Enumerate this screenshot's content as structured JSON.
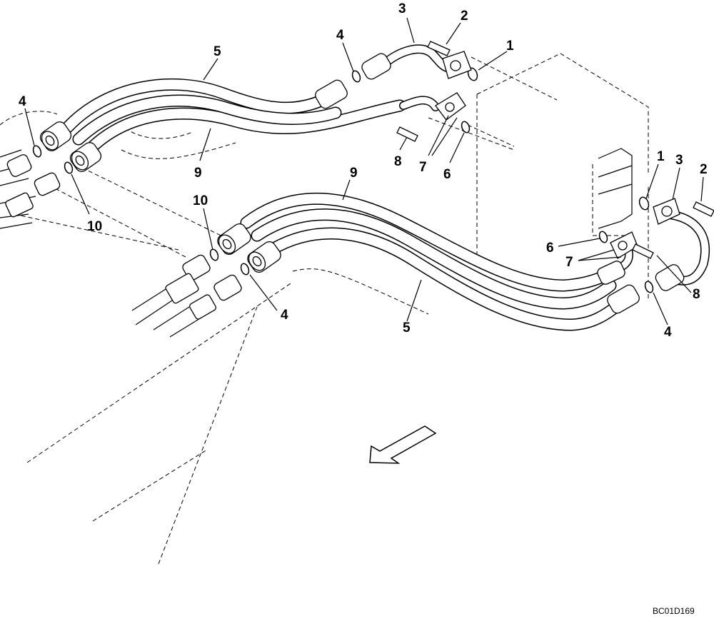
{
  "drawing_code": "BC01D169",
  "callouts": [
    {
      "id": "c1a",
      "text": "1"
    },
    {
      "id": "c2a",
      "text": "2"
    },
    {
      "id": "c3a",
      "text": "3"
    },
    {
      "id": "c4a",
      "text": "4"
    },
    {
      "id": "c4b",
      "text": "4"
    },
    {
      "id": "c5a",
      "text": "5"
    },
    {
      "id": "c9a",
      "text": "9"
    },
    {
      "id": "c8a",
      "text": "8"
    },
    {
      "id": "c7a",
      "text": "7"
    },
    {
      "id": "c6a",
      "text": "6"
    },
    {
      "id": "c10a",
      "text": "10"
    },
    {
      "id": "c10b",
      "text": "10"
    },
    {
      "id": "c9b",
      "text": "9"
    },
    {
      "id": "c1b",
      "text": "1"
    },
    {
      "id": "c3b",
      "text": "3"
    },
    {
      "id": "c2b",
      "text": "2"
    },
    {
      "id": "c6b",
      "text": "6"
    },
    {
      "id": "c7b",
      "text": "7"
    },
    {
      "id": "c8b",
      "text": "8"
    },
    {
      "id": "c4c",
      "text": "4"
    },
    {
      "id": "c5b",
      "text": "5"
    },
    {
      "id": "c4d",
      "text": "4"
    }
  ]
}
